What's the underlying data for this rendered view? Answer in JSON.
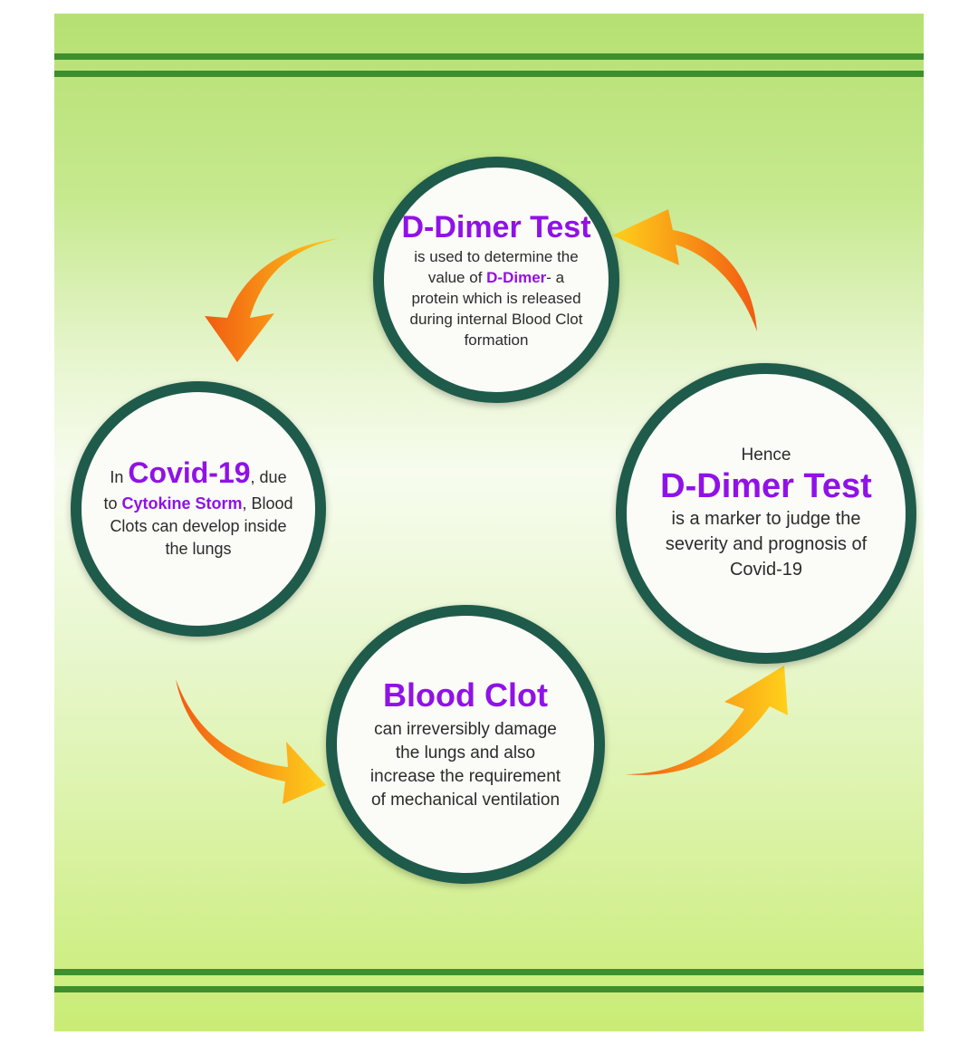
{
  "colors": {
    "ring": "#1f5b4b",
    "highlight": "#8f12e6",
    "arrow_light": "#ffd11a",
    "arrow_dark": "#f25a12",
    "stripe": "#3e8f2e"
  },
  "top_circle": {
    "title": "D-Dimer Test",
    "line1": "is used to determine the",
    "line2_pre": "value of ",
    "line2_hl": "D-Dimer",
    "line2_post": "- a",
    "line3": "protein which is released",
    "line4": "during internal Blood Clot",
    "line5": "formation"
  },
  "left_circle": {
    "pre": "In ",
    "hl": "Covid-19",
    "post": ", due",
    "line2_pre": "to ",
    "line2_hl": "Cytokine Storm",
    "line2_post": ", Blood",
    "line3": "Clots can develop inside",
    "line4": "the lungs"
  },
  "bottom_circle": {
    "title": "Blood Clot",
    "line1": "can irreversibly damage",
    "line2": "the lungs and also",
    "line3": "increase the requirement",
    "line4": "of mechanical ventilation"
  },
  "right_circle": {
    "pre": "Hence",
    "title": "D-Dimer Test",
    "line1": "is a marker to judge the",
    "line2": "severity and prognosis of",
    "line3": "Covid-19"
  }
}
